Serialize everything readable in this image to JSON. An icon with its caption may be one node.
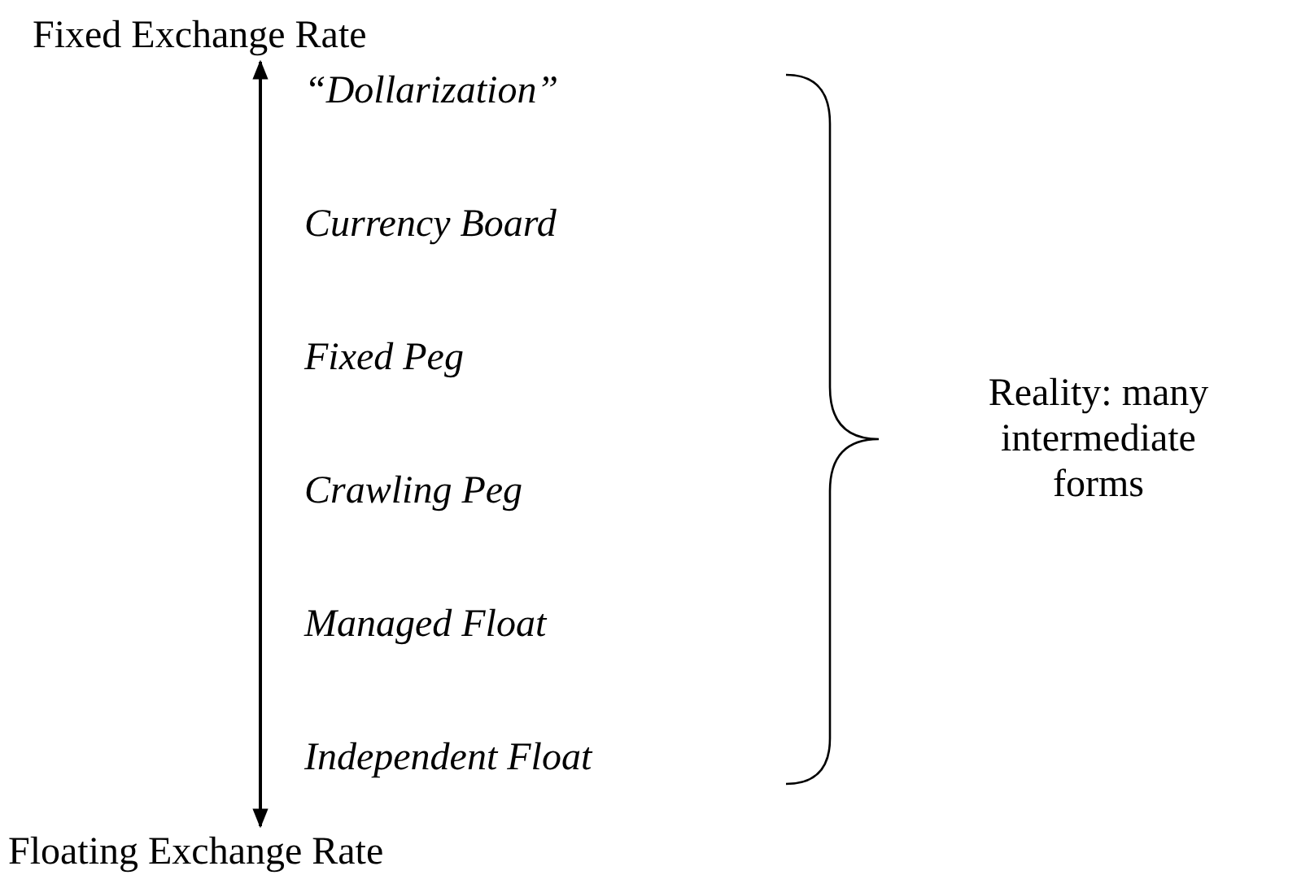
{
  "diagram": {
    "nodes": [
      {
        "text": [
          "Fixed Exchange Rate"
        ]
      },
      {
        "text": [
          "Floating Exchange Rate"
        ]
      }
    ],
    "edges": [
      {
        "from": 0,
        "to": 1,
        "arrow": "both"
      }
    ],
    "labels": [
      "“Dollarization”",
      "Currency Board",
      "Fixed Peg",
      "Crawling Peg",
      "Managed Float",
      "Independent Float",
      "Reality: many intermediate forms"
    ]
  }
}
